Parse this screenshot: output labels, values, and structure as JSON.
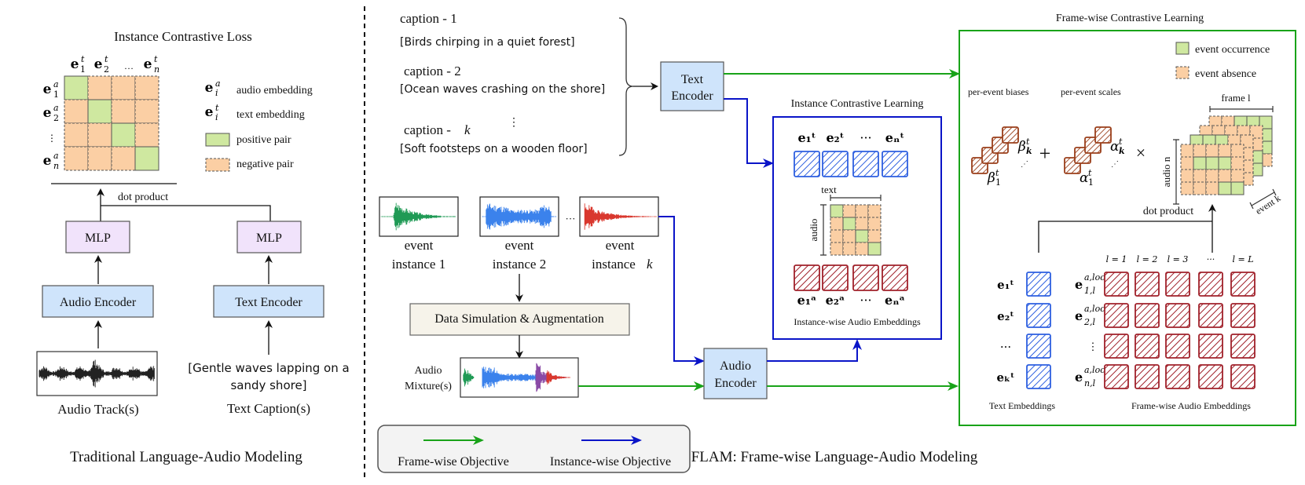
{
  "colors": {
    "positive": "#cfe8a0",
    "negative": "#fbcfa4",
    "encoder": "#cfe4fb",
    "mlp": "#f1e3fb",
    "augment": "#f6f3ea",
    "frame_green": "#19a319",
    "instance_blue": "#0a14c8",
    "text_emb": "#2d5fe0",
    "audio_emb": "#a0202a",
    "bias_brown": "#9a3e1a",
    "wave_green": "#1f9a55",
    "wave_blue": "#3b82ec",
    "wave_red": "#d9382e"
  },
  "traditional": {
    "loss_title": "Instance Contrastive Loss",
    "col_labels": [
      {
        "base": "e",
        "sup": "t",
        "sub": "1"
      },
      {
        "base": "e",
        "sup": "t",
        "sub": "2"
      },
      {
        "base": "…",
        "sup": "",
        "sub": ""
      },
      {
        "base": "e",
        "sup": "t",
        "sub": "n"
      }
    ],
    "row_labels": [
      {
        "base": "e",
        "sup": "a",
        "sub": "1"
      },
      {
        "base": "e",
        "sup": "a",
        "sub": "2"
      },
      {
        "base": "⋮",
        "sup": "",
        "sub": ""
      },
      {
        "base": "e",
        "sup": "a",
        "sub": "n"
      }
    ],
    "legend": [
      {
        "symbol": "e_i^a",
        "label": "audio embedding"
      },
      {
        "symbol": "e_i^t",
        "label": "text embedding"
      },
      {
        "symbol": "positive-swatch",
        "label": "positive pair"
      },
      {
        "symbol": "negative-swatch",
        "label": "negative pair"
      }
    ],
    "dot_product": "dot product",
    "mlp_left": "MLP",
    "mlp_right": "MLP",
    "audio_encoder": "Audio Encoder",
    "text_encoder": "Text Encoder",
    "caption_line1": "[Gentle waves lapping on a",
    "caption_line2": "sandy shore]",
    "audio_track_label": "Audio Track(s)",
    "text_caption_label": "Text Caption(s)",
    "section_title": "Traditional Language-Audio Modeling"
  },
  "flam": {
    "captions": [
      {
        "label": "caption - 1",
        "text": "[Birds chirping in a quiet forest]"
      },
      {
        "label": "caption - 2",
        "text": "[Ocean waves crashing on the shore]"
      },
      {
        "label": "caption - k",
        "text": "[Soft footsteps on a wooden floor]"
      }
    ],
    "caption_ellipsis": "⋮",
    "text_encoder_l1": "Text",
    "text_encoder_l2": "Encoder",
    "audio_encoder_l1": "Audio",
    "audio_encoder_l2": "Encoder",
    "events": [
      {
        "l1": "event",
        "l2": "instance 1"
      },
      {
        "l1": "event",
        "l2": "instance 2"
      },
      {
        "l1": "event",
        "l2": "instance k"
      }
    ],
    "event_ellipsis": "···",
    "augmentation": "Data Simulation & Augmentation",
    "mixture_l1": "Audio",
    "mixture_l2": "Mixture(s)",
    "legend_frame": "Frame-wise Objective",
    "legend_instance": "Instance-wise Objective",
    "section_title": "FLAM: Frame-wise Language-Audio Modeling",
    "instance": {
      "title": "Instance Contrastive Learning",
      "text_labels": [
        "e₁ᵗ",
        "e₂ᵗ",
        "···",
        "eₙᵗ"
      ],
      "audio_labels": [
        "e₁ᵃ",
        "e₂ᵃ",
        "···",
        "eₙᵃ"
      ],
      "matrix_text": "text",
      "matrix_audio": "audio",
      "caption": "Instance-wise Audio Embeddings"
    },
    "frame": {
      "title": "Frame-wise Contrastive Learning",
      "legend_occurrence": "event occurrence",
      "legend_absence": "event absence",
      "biases_label": "per-event biases",
      "scales_label": "per-event scales",
      "beta_k": "β",
      "beta_1": "β",
      "alpha_k": "α",
      "alpha_1": "α",
      "plus": "+",
      "times": "×",
      "frame_axis": "frame l",
      "audio_axis": "audio n",
      "event_axis": "event k",
      "dot_product": "dot product",
      "frame_cols": [
        "l = 1",
        "l = 2",
        "l = 3",
        "···",
        "l = L"
      ],
      "text_rows": [
        "e₁ᵗ",
        "e₂ᵗ",
        "···",
        "eₖᵗ"
      ],
      "audio_rows": [
        "e",
        "e",
        "⋮",
        "e"
      ],
      "audio_row_subs": [
        "1,l",
        "2,l",
        "",
        "n,l"
      ],
      "audio_row_sup": "a,loc",
      "text_emb_caption": "Text Embeddings",
      "audio_emb_caption": "Frame-wise Audio Embeddings"
    }
  }
}
